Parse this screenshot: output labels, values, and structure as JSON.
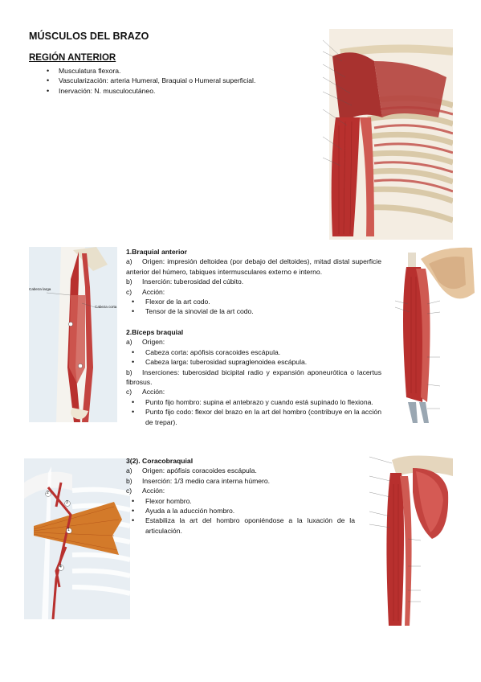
{
  "header": {
    "title": "MÚSCULOS DEL BRAZO",
    "section": "REGIÓN ANTERIOR"
  },
  "intro_items": [
    "Musculatura flexora.",
    "Vascularización: arteria Humeral, Braquial o Humeral superficial.",
    "Inervación: N. musculocutáneo."
  ],
  "braquial": {
    "heading": "1.Braquial anterior",
    "origen_key": "a)",
    "origen": "Origen: impresión deltoidea (por debajo del deltoides), mitad distal superficie anterior del húmero, tabiques intermusculares externo e interno.",
    "insercion_key": "b)",
    "insercion": "Inserción: tuberosidad del cúbito.",
    "accion_key": "c)",
    "accion": "Acción:",
    "acciones": [
      "Flexor de la art codo.",
      "Tensor de la sinovial de la art codo."
    ]
  },
  "biceps": {
    "heading": "2.Bíceps braquial",
    "origen_key": "a)",
    "origen": "Origen:",
    "origenes": [
      "Cabeza corta: apófisis coracoides escápula.",
      "Cabeza larga: tuberosidad supraglenoidea escápula."
    ],
    "insercion_key": "b)",
    "insercion": "Inserciones: tuberosidad bicipital radio y expansión aponeurótica o lacertus fibrosus.",
    "accion_key": "c)",
    "accion": "Acción:",
    "acciones": [
      "Punto fijo hombro: supina el antebrazo y cuando está supinado lo flexiona.",
      "Punto fijo codo: flexor del brazo en la art del hombro (contribuye en la acción de trepar)."
    ]
  },
  "coracobraquial": {
    "heading": "3(2). Coracobraquial",
    "origen_key": "a)",
    "origen": "Origen: apófisis coracoides escápula.",
    "insercion_key": "b)",
    "insercion": "Inserción: 1/3 medio cara interna húmero.",
    "accion_key": "c)",
    "accion": "Acción:",
    "acciones": [
      "Flexor hombro.",
      "Ayuda a la aducción hombro.",
      "Estabiliza la art del hombro oponiéndose a la luxación de la articulación."
    ]
  },
  "figure_labels": {
    "fig2_long_head": "Cabeza larga",
    "fig2_short_head": "Cabeza corta",
    "fig3_num_1": "1",
    "fig3_num_2": "2",
    "fig3_num_3": "3",
    "fig3_num_4": "4"
  },
  "colors": {
    "muscle": "#b8302e",
    "muscle_light": "#d9605a",
    "bone": "#e9dcc2",
    "sheet_muscle": "#d2731f"
  }
}
